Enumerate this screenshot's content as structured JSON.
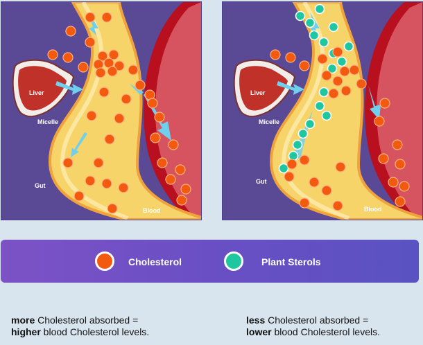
{
  "panels": [
    {
      "labels": {
        "liver": "Liver",
        "micelle": "Micelle",
        "gut": "Gut",
        "blood": "Blood"
      }
    },
    {
      "labels": {
        "liver": "Liver",
        "micelle": "Micelle",
        "gut": "Gut",
        "blood": "Blood"
      }
    }
  ],
  "legend": {
    "cholesterol": {
      "label": "Cholesterol",
      "color": "#f25a0f"
    },
    "plant_sterols": {
      "label": "Plant Sterols",
      "color": "#1fc7a0"
    }
  },
  "captions": {
    "left": {
      "line1_bold": "more",
      "line1_rest": " Cholesterol absorbed =",
      "line2_bold": "higher",
      "line2_rest": " blood Cholesterol levels."
    },
    "right": {
      "line1_bold": "less",
      "line1_rest": " Cholesterol absorbed =",
      "line2_bold": "lower",
      "line2_rest": " blood Cholesterol levels."
    }
  },
  "colors": {
    "background": "#d9e5ee",
    "panel": "#5a4a96",
    "gut": "#f7d46a",
    "blood_vessel": "#b8101e",
    "arrow": "#6fd0ee"
  }
}
